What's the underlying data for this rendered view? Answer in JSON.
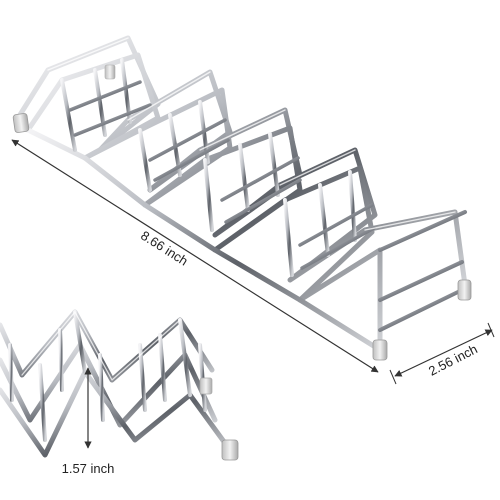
{
  "product": {
    "dimensions": {
      "length": "8.66 inch",
      "width": "2.56 inch",
      "height": "1.57 inch"
    }
  },
  "colors": {
    "background": "#ffffff",
    "metal_light": "#f4f4f6",
    "metal_mid": "#b9bcc2",
    "metal_dark": "#5d6168",
    "dimension_line": "#333333",
    "foot_cap": "#d9d9d9"
  }
}
